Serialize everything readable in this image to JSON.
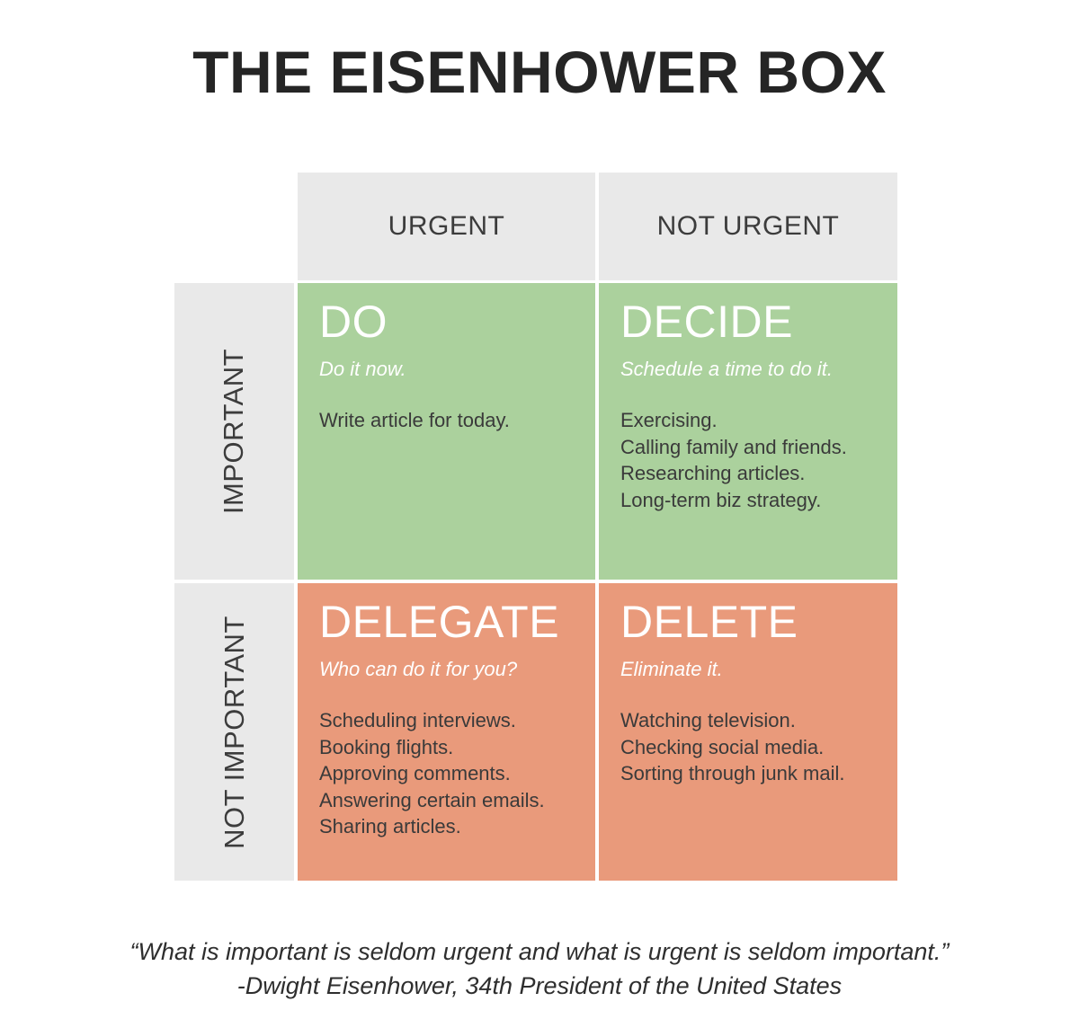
{
  "title": "THE EISENHOWER BOX",
  "columns": {
    "urgent": "URGENT",
    "not_urgent": "NOT URGENT"
  },
  "rows": {
    "important": "IMPORTANT",
    "not_important": "NOT IMPORTANT"
  },
  "quadrants": {
    "do": {
      "title": "DO",
      "subtitle": "Do it now.",
      "items": [
        "Write article for today."
      ]
    },
    "decide": {
      "title": "DECIDE",
      "subtitle": "Schedule a time to do it.",
      "items": [
        "Exercising.",
        "Calling family and friends.",
        "Researching articles.",
        "Long-term biz strategy."
      ]
    },
    "delegate": {
      "title": "DELEGATE",
      "subtitle": "Who can do it for you?",
      "items": [
        "Scheduling interviews.",
        "Booking flights.",
        "Approving comments.",
        "Answering certain emails.",
        "Sharing articles."
      ]
    },
    "delete": {
      "title": "DELETE",
      "subtitle": "Eliminate it.",
      "items": [
        "Watching television.",
        "Checking social media.",
        "Sorting through junk mail."
      ]
    }
  },
  "quote": {
    "text": "“What is important is seldom urgent and what is urgent is seldom important.”",
    "attribution": "-Dwight Eisenhower, 34th President of the United States"
  },
  "colors": {
    "important_quadrant": "#abd19d",
    "not_important_quadrant": "#e99a7b",
    "header_background": "#e9e9e9"
  }
}
